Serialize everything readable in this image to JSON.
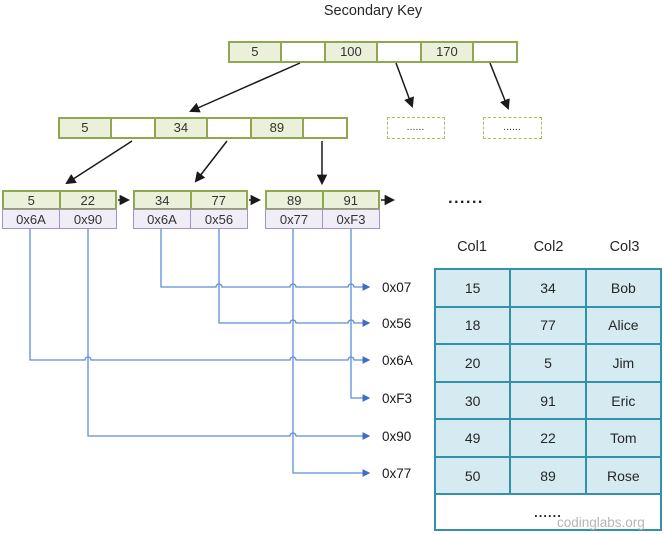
{
  "title": "Secondary Key",
  "tree": {
    "root": {
      "cells": [
        "5",
        "",
        "100",
        "",
        "170",
        ""
      ]
    },
    "internal": {
      "cells": [
        "5",
        "",
        "34",
        "",
        "89",
        ""
      ]
    },
    "dashed_nodes": [
      {
        "label": "......"
      },
      {
        "label": "......"
      }
    ],
    "leaves": [
      {
        "keys": [
          "5",
          "22"
        ],
        "pointers": [
          "0x6A",
          "0x90"
        ]
      },
      {
        "keys": [
          "34",
          "77"
        ],
        "pointers": [
          "0x6A",
          "0x56"
        ]
      },
      {
        "keys": [
          "89",
          "91"
        ],
        "pointers": [
          "0x77",
          "0xF3"
        ]
      }
    ],
    "more_leaves_ellipsis": "......"
  },
  "addresses": {
    "labels": [
      "0x07",
      "0x56",
      "0x6A",
      "0xF3",
      "0x90",
      "0x77"
    ]
  },
  "table": {
    "headers": [
      "Col1",
      "Col2",
      "Col3"
    ],
    "rows": [
      [
        "15",
        "34",
        "Bob"
      ],
      [
        "18",
        "77",
        "Alice"
      ],
      [
        "20",
        "5",
        "Jim"
      ],
      [
        "30",
        "91",
        "Eric"
      ],
      [
        "49",
        "22",
        "Tom"
      ],
      [
        "50",
        "89",
        "Rose"
      ]
    ],
    "ellipsis_row": "......"
  },
  "watermark": "codinglabs.org",
  "colors": {
    "node_border": "#8fa84e",
    "node_fill": "#eaf0da",
    "pointer_border": "#a394c7",
    "pointer_fill": "#f0edf7",
    "dashed_border": "#a8c05c",
    "table_border": "#3391a8",
    "table_fill": "#d6eaf2",
    "connector_blue": "#5b8fd9",
    "arrow_black": "#1a1a1a"
  }
}
